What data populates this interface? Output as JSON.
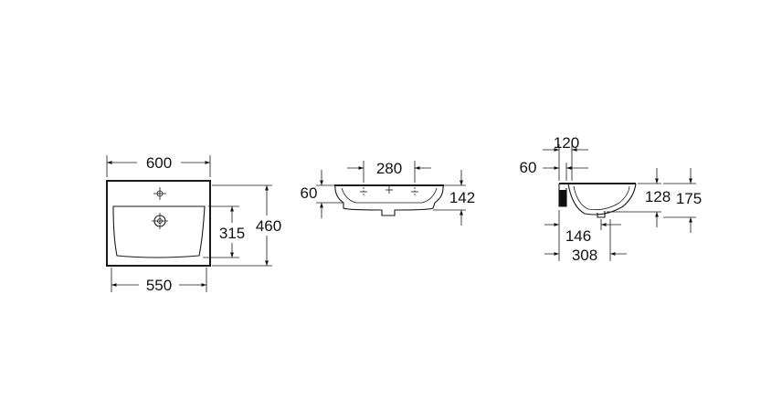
{
  "views": {
    "top": {
      "overall_width": "600",
      "basin_width": "550",
      "basin_depth": "315",
      "overall_depth": "460"
    },
    "front": {
      "tap_spacing": "280",
      "rim_height": "60",
      "overall_height": "142"
    },
    "side": {
      "top_offset": "120",
      "edge_offset": "60",
      "bowl_depth": "128",
      "overall_height": "175",
      "waste_distance": "146",
      "overall_depth": "308"
    }
  },
  "colors": {
    "ink": "#111111",
    "background": "#ffffff"
  }
}
